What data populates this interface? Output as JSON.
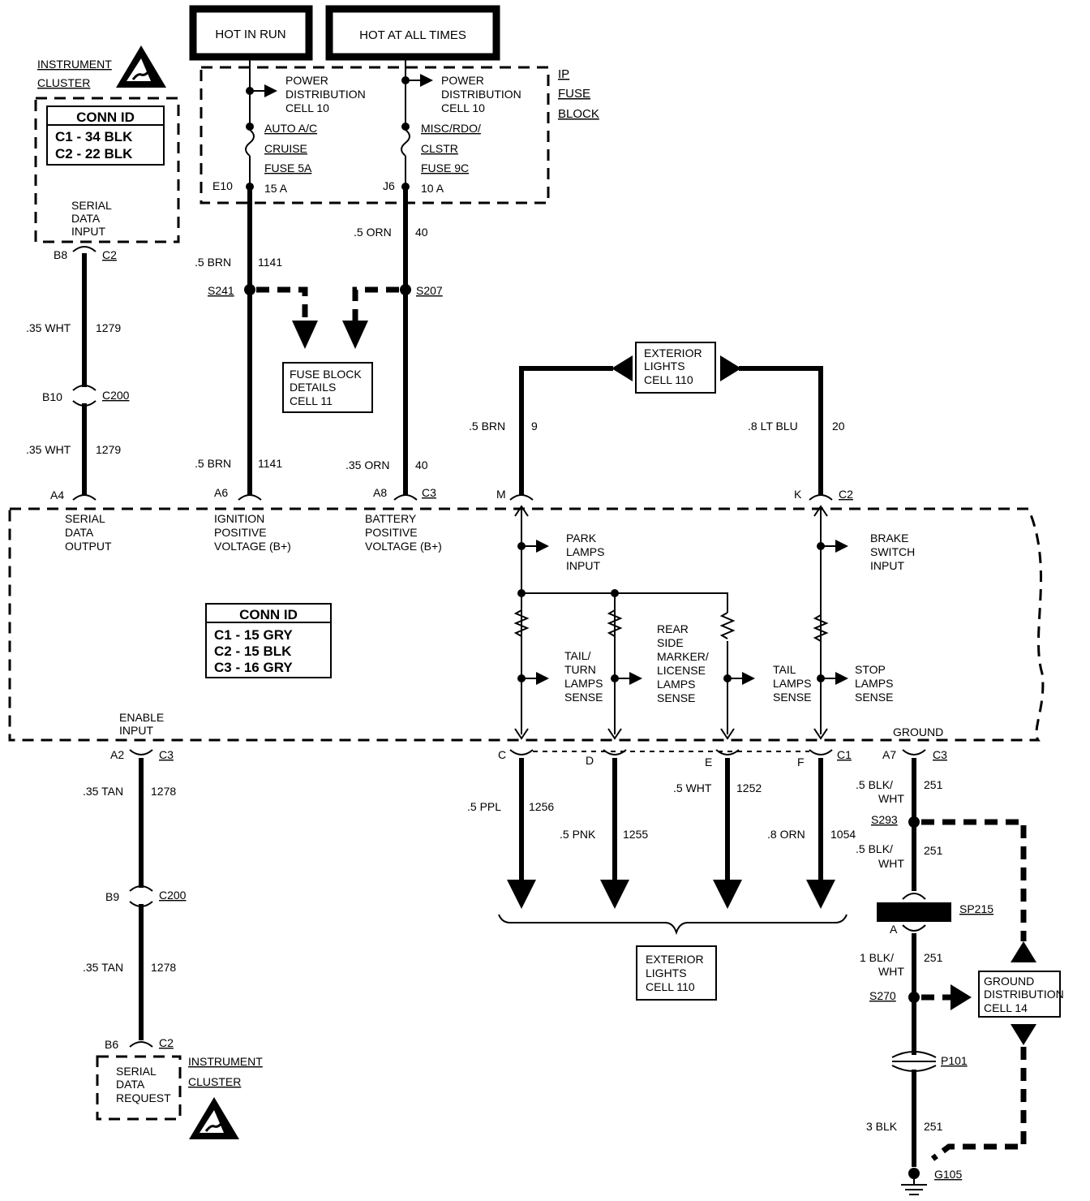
{
  "power_boxes": {
    "hot_in_run": "HOT IN RUN",
    "hot_at_all_times": "HOT AT ALL TIMES"
  },
  "ip_fuse_block": {
    "label": [
      "IP",
      "FUSE",
      "BLOCK"
    ],
    "fuse_left": {
      "power_dist": [
        "POWER",
        "DISTRIBUTION",
        "CELL 10"
      ],
      "name": [
        "AUTO A/C",
        "CRUISE",
        "FUSE 5A"
      ],
      "terminal": "E10",
      "rating": "15 A"
    },
    "fuse_right": {
      "power_dist": [
        "POWER",
        "DISTRIBUTION",
        "CELL 10"
      ],
      "name": [
        "MISC/RDO/",
        "CLSTR",
        "FUSE 9C"
      ],
      "terminal": "J6",
      "rating": "10 A"
    }
  },
  "instrument_cluster_top": {
    "label": [
      "INSTRUMENT",
      "CLUSTER"
    ],
    "conn_id_title": "CONN ID",
    "conn_ids": [
      "C1 - 34 BLK",
      "C2 - 22 BLK"
    ],
    "pin_function": [
      "SERIAL",
      "DATA",
      "INPUT"
    ],
    "pin": "B8",
    "connector": "C2"
  },
  "instrument_cluster_bottom": {
    "label": [
      "INSTRUMENT",
      "CLUSTER"
    ],
    "pin_function": [
      "SERIAL",
      "DATA",
      "REQUEST"
    ],
    "pin": "B6",
    "connector": "C2"
  },
  "wires": {
    "serial_top_a": {
      "gauge": ".35 WHT",
      "circuit": "1279"
    },
    "serial_top_b": {
      "gauge": ".35 WHT",
      "circuit": "1279"
    },
    "c200_top": {
      "pin": "B10",
      "connector": "C200"
    },
    "ign_a": {
      "gauge": ".5 BRN",
      "circuit": "1141"
    },
    "ign_b": {
      "gauge": ".5 BRN",
      "circuit": "1141"
    },
    "batt_a": {
      "gauge": ".5 ORN",
      "circuit": "40"
    },
    "batt_b": {
      "gauge": ".35 ORN",
      "circuit": "40"
    },
    "splice_left": "S241",
    "splice_right": "S207",
    "park": {
      "gauge": ".5 BRN",
      "circuit": "9"
    },
    "brake": {
      "gauge": ".8 LT BLU",
      "circuit": "20"
    },
    "enable_a": {
      "gauge": ".35 TAN",
      "circuit": "1278"
    },
    "enable_b": {
      "gauge": ".35 TAN",
      "circuit": "1278"
    },
    "c200_bottom": {
      "pin": "B9",
      "connector": "C200"
    },
    "out_c": {
      "gauge": ".5 PPL",
      "circuit": "1256"
    },
    "out_d": {
      "gauge": ".5 PNK",
      "circuit": "1255"
    },
    "out_e": {
      "gauge": ".5 WHT",
      "circuit": "1252"
    },
    "out_f": {
      "gauge": ".8 ORN",
      "circuit": "1054"
    },
    "gnd_a": {
      "gauge": [
        ".5 BLK/",
        "WHT"
      ],
      "circuit": "251"
    },
    "gnd_b": {
      "gauge": [
        ".5 BLK/",
        "WHT"
      ],
      "circuit": "251"
    },
    "gnd_c": {
      "gauge": [
        "1 BLK/",
        "WHT"
      ],
      "circuit": "251"
    },
    "gnd_d": {
      "gauge": "3 BLK",
      "circuit": "251"
    }
  },
  "fuse_block_details": [
    "FUSE BLOCK",
    "DETAILS",
    "CELL 11"
  ],
  "exterior_lights_top": [
    "EXTERIOR",
    "LIGHTS",
    "CELL 110"
  ],
  "exterior_lights_bottom": [
    "EXTERIOR",
    "LIGHTS",
    "CELL 110"
  ],
  "ground_distribution": [
    "GROUND",
    "DISTRIBUTION",
    "CELL 14"
  ],
  "module": {
    "conn_id_title": "CONN ID",
    "conn_ids": [
      "C1 - 15 GRY",
      "C2 - 15 BLK",
      "C3 - 16 GRY"
    ],
    "pins_top": {
      "a4": {
        "pin": "A4",
        "function": [
          "SERIAL",
          "DATA",
          "OUTPUT"
        ]
      },
      "a6": {
        "pin": "A6",
        "function": [
          "IGNITION",
          "POSITIVE",
          "VOLTAGE (B+)"
        ]
      },
      "a8": {
        "pin": "A8",
        "connector": "C3",
        "function": [
          "BATTERY",
          "POSITIVE",
          "VOLTAGE (B+)"
        ]
      },
      "m": {
        "pin": "M"
      },
      "k": {
        "pin": "K",
        "connector": "C2"
      }
    },
    "inputs": {
      "park": [
        "PARK",
        "LAMPS",
        "INPUT"
      ],
      "brake": [
        "BRAKE",
        "SWITCH",
        "INPUT"
      ]
    },
    "senses": {
      "tail_turn": [
        "TAIL/",
        "TURN",
        "LAMPS",
        "SENSE"
      ],
      "rear_side": [
        "REAR",
        "SIDE",
        "MARKER/",
        "LICENSE",
        "LAMPS",
        "SENSE"
      ],
      "tail": [
        "TAIL",
        "LAMPS",
        "SENSE"
      ],
      "stop": [
        "STOP",
        "LAMPS",
        "SENSE"
      ]
    },
    "pins_bottom": {
      "enable": {
        "pin": "A2",
        "connector": "C3",
        "function": [
          "ENABLE",
          "INPUT"
        ]
      },
      "c": {
        "pin": "C"
      },
      "d": {
        "pin": "D"
      },
      "e": {
        "pin": "E"
      },
      "f": {
        "pin": "F",
        "connector": "C1"
      },
      "ground": {
        "pin": "A7",
        "connector": "C3",
        "function": "GROUND"
      }
    }
  },
  "ground_path": {
    "s293": "S293",
    "sp215": "SP215",
    "sp215_pin": "A",
    "s270": "S270",
    "p101": "P101",
    "g105": "G105"
  }
}
